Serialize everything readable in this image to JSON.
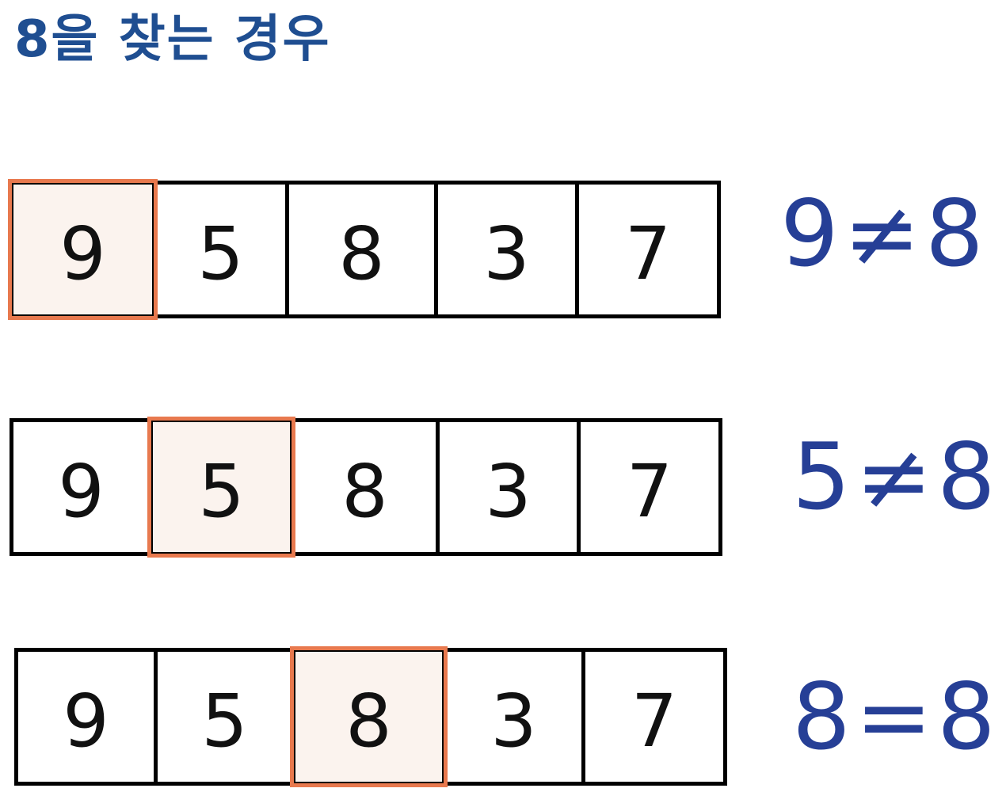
{
  "title": "8을 찾는 경우",
  "colors": {
    "title": "#1f4e91",
    "highlight_border": "#e8794e",
    "highlight_fill": "#fbf3ee",
    "comparison_ink": "#263f96"
  },
  "steps": [
    {
      "cells": [
        "9",
        "5",
        "8",
        "3",
        "7"
      ],
      "highlight_index": 0,
      "comparison": "9≠8"
    },
    {
      "cells": [
        "9",
        "5",
        "8",
        "3",
        "7"
      ],
      "highlight_index": 1,
      "comparison": "5≠8"
    },
    {
      "cells": [
        "9",
        "5",
        "8",
        "3",
        "7"
      ],
      "highlight_index": 2,
      "comparison": "8=8"
    }
  ]
}
